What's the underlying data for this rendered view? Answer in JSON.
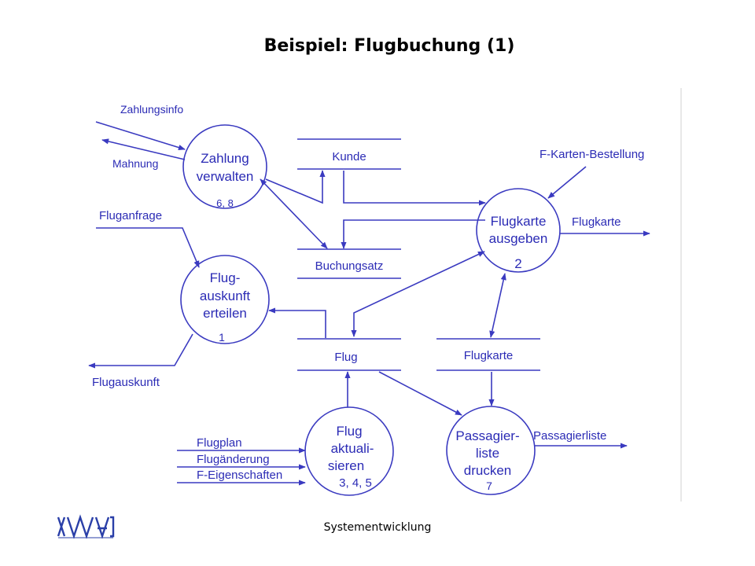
{
  "slide": {
    "title": "Beispiel: Flugbuchung (1)",
    "footer": "Systementwicklung"
  },
  "colors": {
    "diagram_line": "#3a3ac0",
    "diagram_text": "#2b2bb5",
    "logo_blue": "#2a3fa8"
  },
  "diagram": {
    "processes": [
      {
        "id": "p1",
        "lines": [
          "Zahlung",
          "verwalten"
        ],
        "number": "6, 8"
      },
      {
        "id": "p2",
        "lines": [
          "Flugkarte",
          "ausgeben"
        ],
        "number": "2"
      },
      {
        "id": "p3",
        "lines": [
          "Flug-",
          "auskunft",
          "erteilen"
        ],
        "number": "1"
      },
      {
        "id": "p4",
        "lines": [
          "Flug",
          "aktuali-",
          "sieren"
        ],
        "number": "3, 4, 5"
      },
      {
        "id": "p5",
        "lines": [
          "Passagier-",
          "liste",
          "drucken"
        ],
        "number": "7"
      }
    ],
    "stores": [
      "Kunde",
      "Buchungsatz",
      "Flug",
      "Flugkarte"
    ],
    "flows": {
      "zahlungsinfo": "Zahlungsinfo",
      "mahnung": "Mahnung",
      "f_karten_bestellung": "F-Karten-Bestellung",
      "flugkarte_out": "Flugkarte",
      "fluganfrage": "Fluganfrage",
      "flugauskunft": "Flugauskunft",
      "flugplan": "Flugplan",
      "flugaenderung": "Flugänderung",
      "f_eigenschaften": "F-Eigenschaften",
      "passagierliste": "Passagierliste"
    }
  }
}
